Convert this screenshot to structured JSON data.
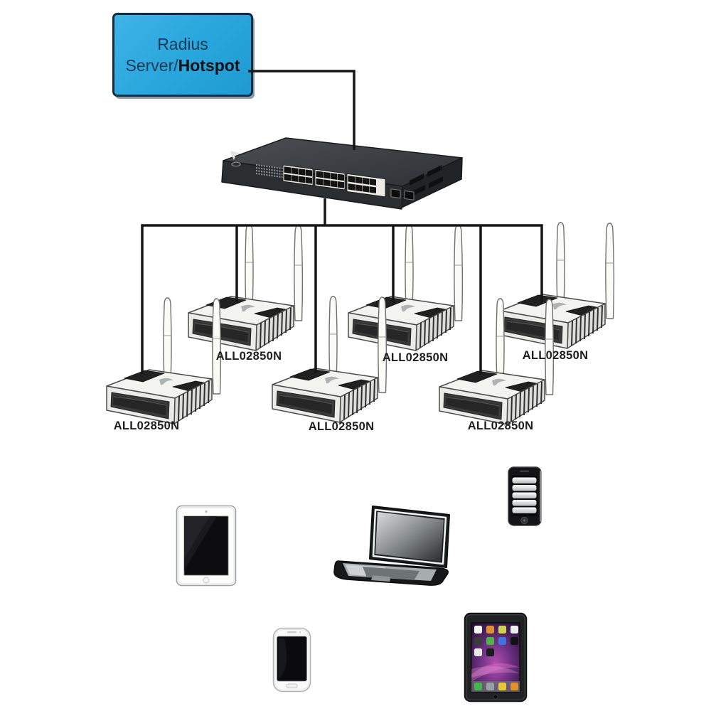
{
  "server_box": {
    "line1": "Radius",
    "line2_prefix": "Server/",
    "line2_bold": "Hotspot"
  },
  "network": {
    "switch_icon": "ethernet-switch-24-port-icon",
    "topology": "switch connected to six wireless access points",
    "access_points": [
      {
        "label": "ALL02850N"
      },
      {
        "label": "ALL02850N"
      },
      {
        "label": "ALL02850N"
      },
      {
        "label": "ALL02850N"
      },
      {
        "label": "ALL02850N"
      },
      {
        "label": "ALL02850N"
      }
    ]
  },
  "client_devices": [
    {
      "icon": "tablet-white-icon"
    },
    {
      "icon": "laptop-icon"
    },
    {
      "icon": "smartphone-black-icon"
    },
    {
      "icon": "smartphone-white-icon"
    },
    {
      "icon": "tablet-black-icon"
    }
  ],
  "colors": {
    "server_box_fill": "#2AA7DD",
    "server_box_border": "#0E2D45",
    "connection_line": "#161616",
    "label_text": "#1E1E1E"
  }
}
